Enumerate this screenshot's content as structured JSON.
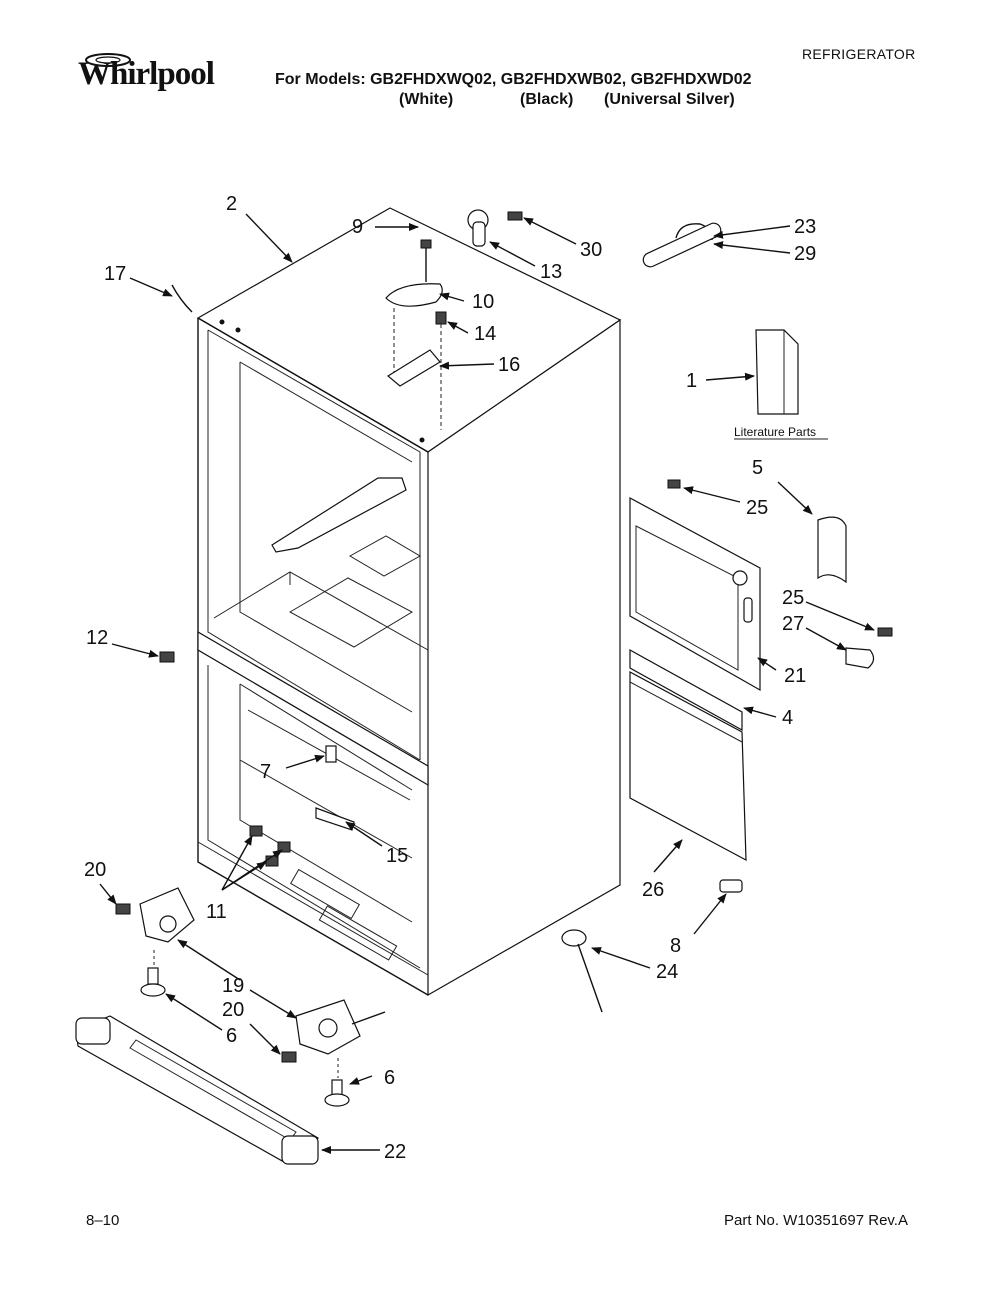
{
  "header": {
    "brand": "Whirlpool",
    "category": "REFRIGERATOR",
    "models_line": "For Models: GB2FHDXWQ02, GB2FHDXWB02, GB2FHDXWD02",
    "colors": [
      "(White)",
      "(Black)",
      "(Universal Silver)"
    ]
  },
  "diagram": {
    "literature_label": "Literature Parts",
    "callouts": [
      {
        "id": "c2",
        "label": "2"
      },
      {
        "id": "c17",
        "label": "17"
      },
      {
        "id": "c9",
        "label": "9"
      },
      {
        "id": "c10",
        "label": "10"
      },
      {
        "id": "c14",
        "label": "14"
      },
      {
        "id": "c16",
        "label": "16"
      },
      {
        "id": "c30",
        "label": "30"
      },
      {
        "id": "c13",
        "label": "13"
      },
      {
        "id": "c23",
        "label": "23"
      },
      {
        "id": "c29",
        "label": "29"
      },
      {
        "id": "c1",
        "label": "1"
      },
      {
        "id": "c5",
        "label": "5"
      },
      {
        "id": "c25a",
        "label": "25"
      },
      {
        "id": "c25b",
        "label": "25"
      },
      {
        "id": "c27",
        "label": "27"
      },
      {
        "id": "c21",
        "label": "21"
      },
      {
        "id": "c4",
        "label": "4"
      },
      {
        "id": "c12",
        "label": "12"
      },
      {
        "id": "c7",
        "label": "7"
      },
      {
        "id": "c15",
        "label": "15"
      },
      {
        "id": "c11",
        "label": "11"
      },
      {
        "id": "c20a",
        "label": "20"
      },
      {
        "id": "c19",
        "label": "19"
      },
      {
        "id": "c20b",
        "label": "20"
      },
      {
        "id": "c6a",
        "label": "6"
      },
      {
        "id": "c6b",
        "label": "6"
      },
      {
        "id": "c22",
        "label": "22"
      },
      {
        "id": "c26",
        "label": "26"
      },
      {
        "id": "c8",
        "label": "8"
      },
      {
        "id": "c24",
        "label": "24"
      }
    ]
  },
  "footer": {
    "date": "8–10",
    "part_number": "Part No. W10351697 Rev.A"
  }
}
